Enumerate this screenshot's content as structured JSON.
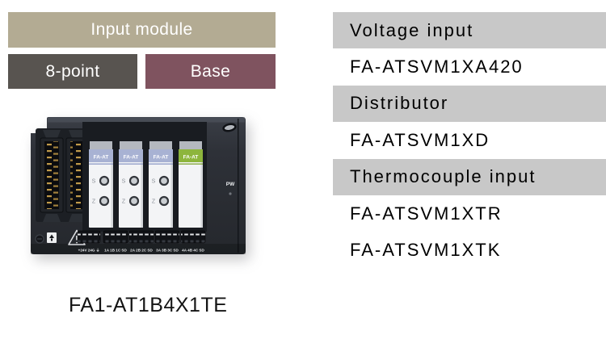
{
  "page": {
    "background": "#ffffff"
  },
  "tags": {
    "category": {
      "label": "Input module",
      "bg": "#b3ab93"
    },
    "points": {
      "label": "8-point",
      "bg": "#585450"
    },
    "type": {
      "label": "Base",
      "bg": "#7f535f"
    }
  },
  "device": {
    "caption": "FA1-AT1B4X1TE",
    "slot_module_label": "FA-AT",
    "indicators": {
      "s": "S",
      "z": "Z"
    },
    "power_led_label": "PW",
    "terminal_labels": [
      "+24V 24G ⏚",
      "1A 1B 1C SD",
      "2A 2B 2C SD",
      "3A 3B 3C SD",
      "4A 4B 4C SD"
    ],
    "colors": {
      "body": "#2b2e34",
      "slot_header_blue": "#a8b2d3",
      "slot_header_green": "#8db53c",
      "pin_gold": "#c09a49"
    }
  },
  "product_list": {
    "header_bg": "#c8c8c8",
    "rows": [
      {
        "type": "header",
        "label": "Voltage input"
      },
      {
        "type": "item",
        "label": "FA-ATSVM1XA420"
      },
      {
        "type": "header",
        "label": "Distributor"
      },
      {
        "type": "item",
        "label": "FA-ATSVM1XD"
      },
      {
        "type": "header",
        "label": "Thermocouple input"
      },
      {
        "type": "item",
        "label": "FA-ATSVM1XTR"
      },
      {
        "type": "item",
        "label": "FA-ATSVM1XTK"
      }
    ]
  }
}
